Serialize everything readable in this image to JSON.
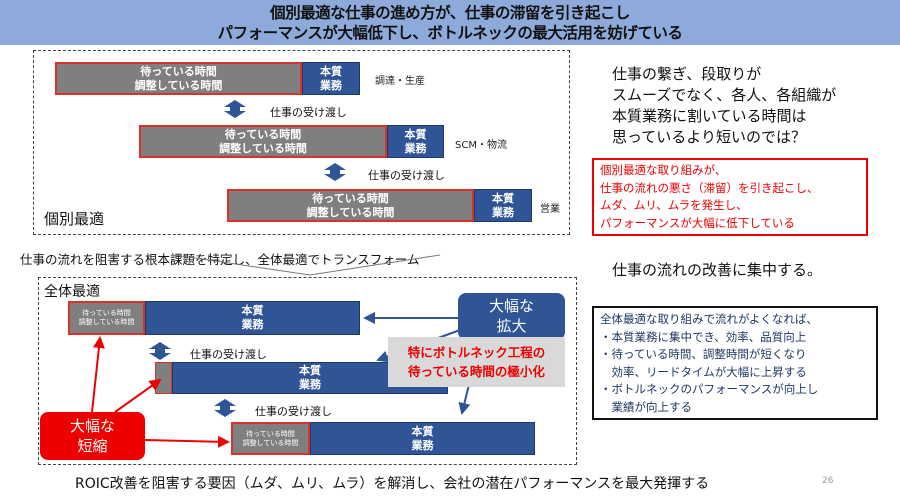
{
  "header": {
    "line1": "個別最適な仕事の進め方が、仕事の滞留を引き起こし",
    "line2": "パフォーマンスが大幅低下し、ボトルネックの最大活用を妨げている"
  },
  "individual": {
    "title": "個別最適",
    "wait": "待っている時間",
    "adjust": "調整している時間",
    "core1": "本質",
    "core2": "業務",
    "depts": [
      "調達・生産",
      "SCM・物流",
      "営業"
    ],
    "handoff": "仕事の受け渡し"
  },
  "transform_text": "仕事の流れを阻害する根本課題を特定し、全体最適でトランスフォーム",
  "overall": {
    "title": "全体最適",
    "handoff": "仕事の受け渡し",
    "expand1": "大幅な",
    "expand2": "拡大",
    "shrink1": "大幅な",
    "shrink2": "短縮",
    "bottleneck1": "特にボトルネック工程の",
    "bottleneck2": "待っている時間の極小化"
  },
  "right": {
    "question": [
      "仕事の繋ぎ、段取りが",
      "スムーズでなく、各人、各組織が",
      "本質業務に割いている時間は",
      "思っているより短いのでは？"
    ],
    "red_box": [
      "個別最適な取り組みが、",
      "仕事の流れの悪さ（滞留）を引き起こし、",
      "ムダ、ムリ、ムラを発生し、",
      "パフォーマンスが大幅に低下している"
    ],
    "focus": "仕事の流れの改善に集中する。",
    "black_box": [
      "全体最適な取り組みで流れがよくなれば、",
      "・本質業務に集中でき、効率、品質向上",
      "・待っている時間、調整時間が短くなり",
      "　効率、リードタイムが大幅に上昇する",
      "・ボトルネックのパフォーマンスが向上し",
      "　業績が向上する"
    ]
  },
  "footer": "ROIC改善を阻害する要因（ムダ、ムリ、ムラ）を解消し、会社の潜在パフォーマンスを最大発揮する",
  "page_number": "26"
}
